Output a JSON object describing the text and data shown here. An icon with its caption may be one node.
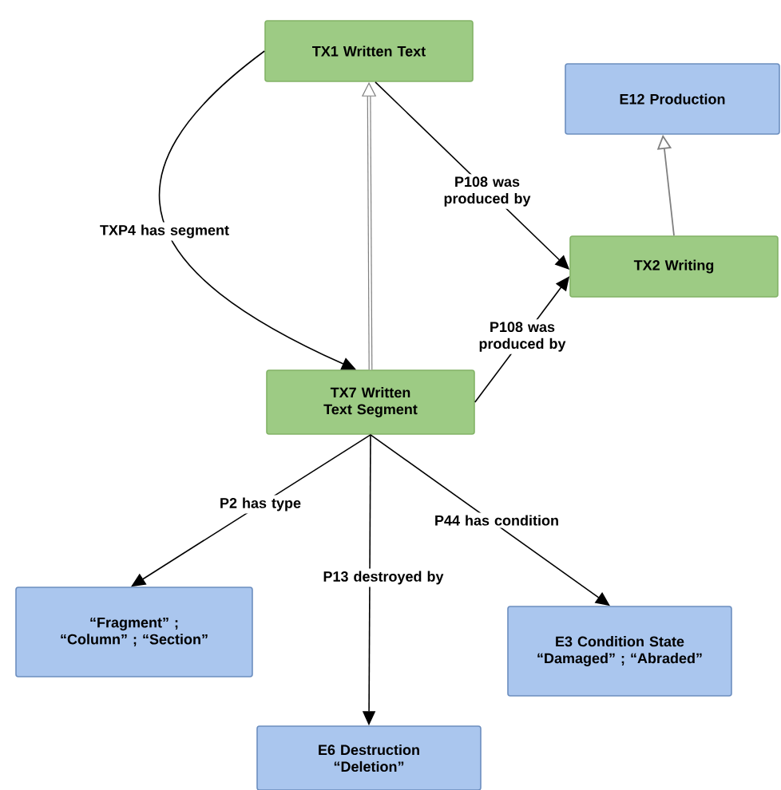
{
  "diagram": {
    "nodes": [
      {
        "text": [
          "TX1 Written Text"
        ]
      },
      {
        "text": [
          "E12 Production"
        ]
      },
      {
        "text": [
          "TX2 Writing"
        ]
      },
      {
        "text": [
          "TX7 Written Text Segment"
        ]
      },
      {
        "text": [
          "“Fragment” ; “Column” ; “Section”"
        ]
      },
      {
        "text": [
          "E3 Condition State",
          "“Damaged” ; “Abraded”"
        ]
      },
      {
        "text": [
          "E6 Destruction",
          "“Deletion”"
        ]
      }
    ],
    "edges": [
      {
        "from": 3,
        "to": 0,
        "arrow": "to",
        "color": "#808080",
        "style": "thick"
      },
      {
        "from": 0,
        "to": 3,
        "arrow": "to",
        "label": "TXP4 has segment"
      },
      {
        "from": 0,
        "to": 2,
        "arrow": "to",
        "label": "P108 was produced by"
      },
      {
        "from": 3,
        "to": 2,
        "arrow": "to",
        "label": "P108 was produced by"
      },
      {
        "from": 2,
        "to": 1,
        "arrow": "to",
        "color": "#808080"
      },
      {
        "from": 3,
        "to": 4,
        "arrow": "to",
        "label": "P2 has type"
      },
      {
        "from": 3,
        "to": 6,
        "arrow": "to",
        "label": "P13 destroyed by"
      },
      {
        "from": 3,
        "to": 5,
        "arrow": "to",
        "label": "P44 has condition"
      }
    ]
  }
}
